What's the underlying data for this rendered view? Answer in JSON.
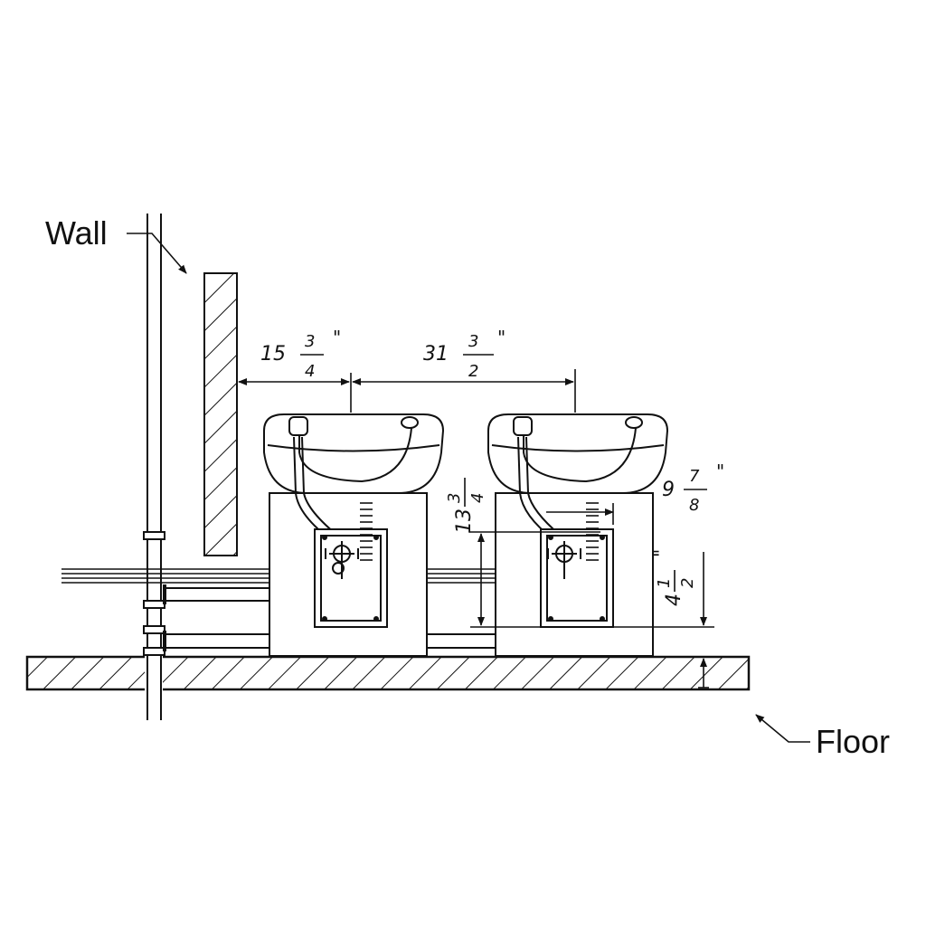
{
  "labels": {
    "wall": "Wall",
    "floor": "Floor"
  },
  "dimensions": {
    "wall_to_first_basin": {
      "whole": "15",
      "numerator": "3",
      "denominator": "4",
      "unit": "\""
    },
    "basin_spacing": {
      "whole": "31",
      "numerator": "3",
      "denominator": "2",
      "unit": "\""
    },
    "drain_height": {
      "whole": "13",
      "numerator": "3",
      "denominator": "4"
    },
    "valve_offset": {
      "whole": "9",
      "numerator": "7",
      "denominator": "8",
      "unit": "\""
    },
    "supply_height": {
      "whole": "4",
      "numerator": "1",
      "denominator": "2",
      "unit": "\""
    }
  },
  "colors": {
    "ink": "#111111",
    "background": "#ffffff"
  }
}
